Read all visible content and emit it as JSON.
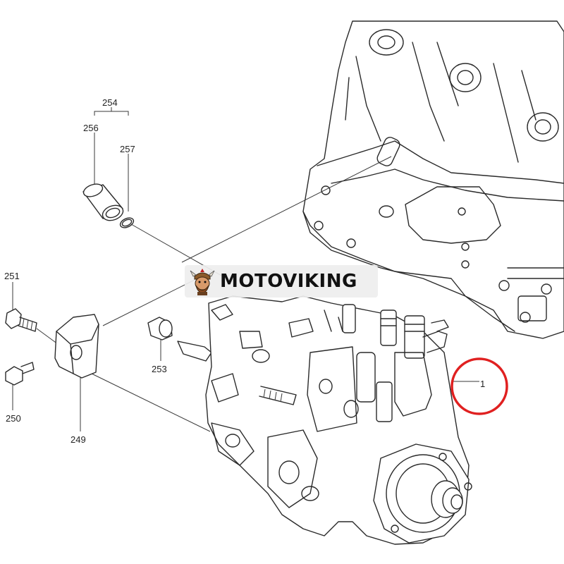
{
  "watermark": {
    "text": "MOTOVIKING",
    "logo_icon": "viking-mascot-icon"
  },
  "callouts": {
    "c254": "254",
    "c256": "256",
    "c257": "257",
    "c251": "251",
    "c250": "250",
    "c249": "249",
    "c253": "253",
    "c1": "1"
  },
  "highlight": {
    "target_callout": "1",
    "color": "#e02020"
  },
  "colors": {
    "line": "#2a2a2a",
    "background": "#ffffff"
  }
}
